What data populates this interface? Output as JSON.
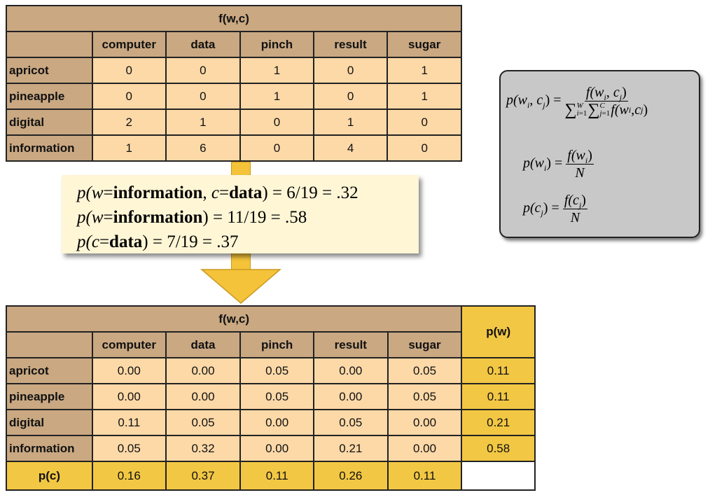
{
  "top_table": {
    "title": "f(w,c)",
    "columns": [
      "computer",
      "data",
      "pinch",
      "result",
      "sugar"
    ],
    "rows": [
      {
        "label": "apricot",
        "values": [
          "0",
          "0",
          "1",
          "0",
          "1"
        ]
      },
      {
        "label": "pineapple",
        "values": [
          "0",
          "0",
          "1",
          "0",
          "1"
        ]
      },
      {
        "label": "digital",
        "values": [
          "2",
          "1",
          "0",
          "1",
          "0"
        ]
      },
      {
        "label": "information",
        "values": [
          "1",
          "6",
          "0",
          "4",
          "0"
        ]
      }
    ]
  },
  "prob_box": {
    "lines": [
      {
        "pre": "p(",
        "w": "w",
        "eq1": "=",
        "wv": "information",
        ",": ", ",
        "c": "c",
        "eq2": "=",
        "cv": "data",
        "post": ") = 6/19 = .32"
      },
      {
        "pre": "p(",
        "w": "w",
        "eq1": "=",
        "wv": "information",
        "post": ") = 11/19 = .58"
      },
      {
        "pre": "p(",
        "c": "c",
        "eq2": "=",
        "cv": "data",
        "post": ") = 7/19 = .37"
      }
    ]
  },
  "formulas": {
    "joint_lhs": "p(w",
    "joint_num": "f(w",
    "joint_den": "f(w",
    "pw_lhs": "p(w",
    "pw_num": "f(w",
    "N": "N",
    "pc_lhs": "p(c",
    "pc_num": "f(c"
  },
  "bottom_table": {
    "title": "f(w,c)",
    "pw_header": "p(w)",
    "pc_label": "p(c)",
    "columns": [
      "computer",
      "data",
      "pinch",
      "result",
      "sugar"
    ],
    "rows": [
      {
        "label": "apricot",
        "values": [
          "0.00",
          "0.00",
          "0.05",
          "0.00",
          "0.05"
        ],
        "pw": "0.11"
      },
      {
        "label": "pineapple",
        "values": [
          "0.00",
          "0.00",
          "0.05",
          "0.00",
          "0.05"
        ],
        "pw": "0.11"
      },
      {
        "label": "digital",
        "values": [
          "0.11",
          "0.05",
          "0.00",
          "0.05",
          "0.00"
        ],
        "pw": "0.21"
      },
      {
        "label": "information",
        "values": [
          "0.05",
          "0.32",
          "0.00",
          "0.21",
          "0.00"
        ],
        "pw": "0.58"
      }
    ],
    "pc": [
      "0.16",
      "0.37",
      "0.11",
      "0.26",
      "0.11"
    ]
  },
  "colors": {
    "header": "#c9a882",
    "cell": "#fdd9a8",
    "marginal": "#f2c744",
    "arrow": "#f5c33a"
  }
}
